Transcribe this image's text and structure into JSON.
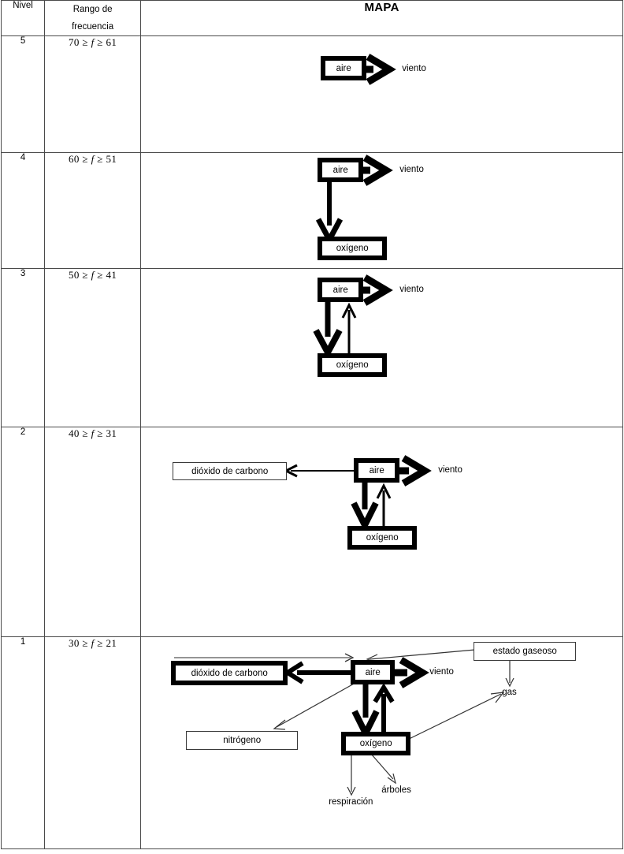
{
  "table": {
    "headers": {
      "nivel": "Nivel",
      "rango_line1": "Rango de",
      "rango_line2": "frecuencia",
      "mapa": "MAPA"
    },
    "rows": [
      {
        "nivel": "5",
        "rango": "70 ≥ f ≥ 61",
        "rango_left": "70 ≥",
        "rango_var": "f",
        "rango_right": "≥ 61",
        "map": {
          "nodes": [
            {
              "id": "aire",
              "label": "aire",
              "style": "thick"
            }
          ],
          "labels": [
            {
              "id": "viento",
              "label": "viento"
            }
          ],
          "edges": [
            {
              "from": "aire",
              "to": "viento",
              "weight": "thick"
            }
          ]
        }
      },
      {
        "nivel": "4",
        "rango": "60 ≥ f ≥ 51",
        "rango_left": "60 ≥",
        "rango_var": "f",
        "rango_right": "≥ 51",
        "map": {
          "nodes": [
            {
              "id": "aire",
              "label": "aire",
              "style": "thick"
            },
            {
              "id": "oxigeno",
              "label": "oxígeno",
              "style": "thick"
            }
          ],
          "labels": [
            {
              "id": "viento",
              "label": "viento"
            }
          ],
          "edges": [
            {
              "from": "aire",
              "to": "viento",
              "weight": "thick"
            },
            {
              "from": "aire",
              "to": "oxigeno",
              "weight": "medium"
            }
          ]
        }
      },
      {
        "nivel": "3",
        "rango": "50 ≥ f ≥ 41",
        "rango_left": "50 ≥",
        "rango_var": "f",
        "rango_right": "≥ 41",
        "map": {
          "nodes": [
            {
              "id": "aire",
              "label": "aire",
              "style": "thick"
            },
            {
              "id": "oxigeno",
              "label": "oxígeno",
              "style": "thick"
            }
          ],
          "labels": [
            {
              "id": "viento",
              "label": "viento"
            }
          ],
          "edges": [
            {
              "from": "aire",
              "to": "viento",
              "weight": "thick"
            },
            {
              "from": "aire",
              "to": "oxigeno",
              "weight": "thick"
            },
            {
              "from": "oxigeno",
              "to": "aire",
              "weight": "thin"
            }
          ]
        }
      },
      {
        "nivel": "2",
        "rango": "40 ≥ f ≥ 31",
        "rango_left": "40 ≥",
        "rango_var": "f",
        "rango_right": "≥ 31",
        "map": {
          "nodes": [
            {
              "id": "aire",
              "label": "aire",
              "style": "thick"
            },
            {
              "id": "oxigeno",
              "label": "oxígeno",
              "style": "thick"
            },
            {
              "id": "dioxido",
              "label": "dióxido de carbono",
              "style": "thin"
            }
          ],
          "labels": [
            {
              "id": "viento",
              "label": "viento"
            }
          ],
          "edges": [
            {
              "from": "aire",
              "to": "viento",
              "weight": "thick"
            },
            {
              "from": "aire",
              "to": "oxigeno",
              "weight": "thick"
            },
            {
              "from": "oxigeno",
              "to": "aire",
              "weight": "thin"
            },
            {
              "from": "aire",
              "to": "dioxido",
              "weight": "thin"
            }
          ]
        }
      },
      {
        "nivel": "1",
        "rango": "30 ≥ f ≥ 21",
        "rango_left": "30 ≥",
        "rango_var": "f",
        "rango_right": "≥ 21",
        "map": {
          "nodes": [
            {
              "id": "aire",
              "label": "aire",
              "style": "thick"
            },
            {
              "id": "oxigeno",
              "label": "oxígeno",
              "style": "thick"
            },
            {
              "id": "dioxido",
              "label": "dióxido de carbono",
              "style": "thick"
            },
            {
              "id": "nitrogeno",
              "label": "nitrógeno",
              "style": "thin"
            },
            {
              "id": "estado",
              "label": "estado gaseoso",
              "style": "thin"
            }
          ],
          "labels": [
            {
              "id": "viento",
              "label": "viento"
            },
            {
              "id": "gas",
              "label": "gas"
            },
            {
              "id": "arboles",
              "label": "árboles"
            },
            {
              "id": "respiracion",
              "label": "respiración"
            }
          ],
          "edges": [
            {
              "from": "aire",
              "to": "viento",
              "weight": "thick"
            },
            {
              "from": "aire",
              "to": "oxigeno",
              "weight": "thick"
            },
            {
              "from": "oxigeno",
              "to": "aire",
              "weight": "thick"
            },
            {
              "from": "aire",
              "to": "dioxido",
              "weight": "thick"
            },
            {
              "from": "dioxido",
              "to": "aire",
              "weight": "thin"
            },
            {
              "from": "estado",
              "to": "aire",
              "weight": "thin"
            },
            {
              "from": "estado",
              "to": "gas",
              "weight": "thin"
            },
            {
              "from": "aire",
              "to": "nitrogeno",
              "weight": "thin"
            },
            {
              "from": "oxigeno",
              "to": "gas",
              "weight": "thin"
            },
            {
              "from": "oxigeno",
              "to": "respiracion",
              "weight": "thin"
            },
            {
              "from": "oxigeno",
              "to": "arboles",
              "weight": "thin"
            }
          ]
        }
      }
    ]
  },
  "colors": {
    "ink": "#000000",
    "grid": "#4a4a4a",
    "thin_line": "#3a3a3a",
    "background": "#ffffff"
  }
}
